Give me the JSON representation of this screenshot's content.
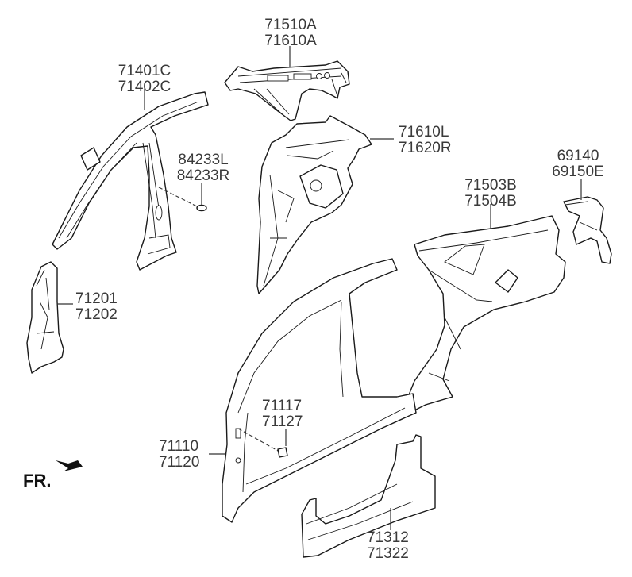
{
  "diagram": {
    "type": "exploded-parts-diagram",
    "parts": [
      {
        "id": "roof-rail-upper",
        "numbers": [
          "71510A",
          "71610A"
        ]
      },
      {
        "id": "roof-rail-a-pillar-inner",
        "numbers": [
          "71401C",
          "71402C"
        ]
      },
      {
        "id": "clip",
        "numbers": [
          "84233L",
          "84233R"
        ]
      },
      {
        "id": "rear-wheel-house-inner",
        "numbers": [
          "71610L",
          "71620R"
        ]
      },
      {
        "id": "quarter-panel-outer",
        "numbers": [
          "71503B",
          "71504B"
        ]
      },
      {
        "id": "tail-gate-bracket",
        "numbers": [
          "69140",
          "69150E"
        ]
      },
      {
        "id": "front-pillar-inner",
        "numbers": [
          "71201",
          "71202"
        ]
      },
      {
        "id": "side-outer-panel",
        "numbers": [
          "71110",
          "71120"
        ]
      },
      {
        "id": "bracket-clip",
        "numbers": [
          "71117",
          "71127"
        ]
      },
      {
        "id": "side-sill-panel",
        "numbers": [
          "71312",
          "71322"
        ]
      }
    ],
    "direction_indicator": {
      "label": "FR.",
      "icon": "arrow-down-left-icon"
    }
  }
}
